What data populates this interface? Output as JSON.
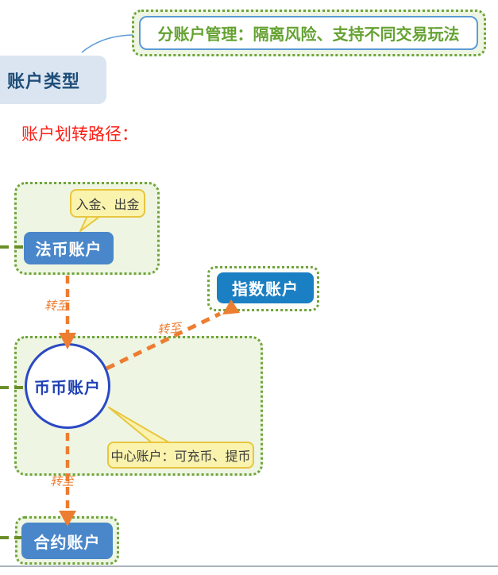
{
  "top_callout": {
    "text": "分账户管理：隔离风险、支持不同交易玩法"
  },
  "root_node": {
    "label": "账户类型"
  },
  "section": {
    "title": "账户划转路径："
  },
  "nodes": {
    "fiat": {
      "label": "法币账户"
    },
    "index": {
      "label": "指数账户"
    },
    "spot": {
      "label": "币币账户"
    },
    "contract": {
      "label": "合约账户"
    }
  },
  "notes": {
    "fiat_note": {
      "text": "入金、出金"
    },
    "spot_note": {
      "text": "中心账户：可充币、提币"
    }
  },
  "edges": [
    {
      "from": "法币账户",
      "to": "币币账户",
      "label": "转至"
    },
    {
      "from": "币币账户",
      "to": "指数账户",
      "label": "转至"
    },
    {
      "from": "币币账户",
      "to": "合约账户",
      "label": "转至"
    }
  ],
  "colors": {
    "group_border_green": "#6fa53c",
    "group_bg_green": "#eef5e2",
    "annotation_text_green": "#65a232",
    "annotation_border_blue": "#5b9bd5",
    "node_blue": "#4a87ca",
    "node_blue_deep": "#1b7fc3",
    "circle_border_blue": "#2b49c5",
    "circle_text_blue": "#1f41b5",
    "arrow_orange": "#ed7d31",
    "note_bg_yellow": "#faf3ae",
    "note_border_yellow": "#e8c63f",
    "section_title_red": "#fe1e14",
    "root_bg": "#dbe5f1",
    "root_text": "#1f4e79"
  }
}
